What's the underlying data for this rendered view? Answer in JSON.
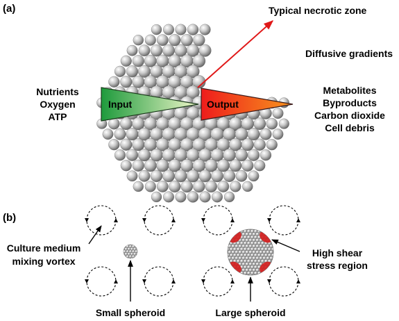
{
  "panel_a": {
    "label": "(a)",
    "necrotic_label": "Typical  necrotic zone",
    "gradient_label": "Diffusive gradients",
    "inputs": [
      "Nutrients",
      "Oxygen",
      "ATP"
    ],
    "input_arrow_label": "Input",
    "output_arrow_label": "Output",
    "outputs": [
      "Metabolites",
      "Byproducts",
      "Carbon dioxide",
      "Cell debris"
    ]
  },
  "panel_b": {
    "label": "(b)",
    "vortex_label": [
      "Culture medium",
      "mixing vortex"
    ],
    "small_label": "Small spheroid",
    "large_label": "Large spheroid",
    "shear_label": [
      "High shear",
      "stress region"
    ]
  },
  "colors": {
    "input_dark": "#1e9a3c",
    "input_light": "#eef6c8",
    "output_red": "#ee1c1c",
    "output_orange": "#f7941d",
    "necrotic_line": "#e01818",
    "shear_red": "#d42020"
  }
}
